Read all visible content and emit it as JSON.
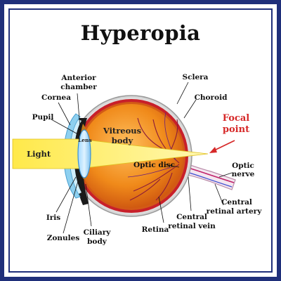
{
  "title": "Hyperopia",
  "labels": {
    "anterior_chamber": [
      "Anterior",
      "chamber"
    ],
    "cornea": "Cornea",
    "pupil": "Pupil",
    "light": "Light",
    "lens": "Lens",
    "vitreous_body": [
      "Vitreous",
      "body"
    ],
    "sclera": "Sclera",
    "choroid": "Choroid",
    "focal_point": [
      "Focal",
      "point"
    ],
    "optic_disc": "Optic disc",
    "optic_nerve": [
      "Optic",
      "nerve"
    ],
    "central_retinal_artery": [
      "Central",
      "retinal artery"
    ],
    "central_retinal_vein": [
      "Central",
      "retinal vein"
    ],
    "retina": "Retina",
    "iris": "Iris",
    "zonules": "Zonules",
    "ciliary_body": [
      "Ciliary",
      "body"
    ]
  },
  "colors": {
    "frame": "#1f2f7a",
    "focal_point": "#d62828",
    "light_beam": "#fff06a",
    "vitreous": "#e8780f",
    "sclera": "#f2f2f2",
    "choroid": "#c8202a"
  }
}
